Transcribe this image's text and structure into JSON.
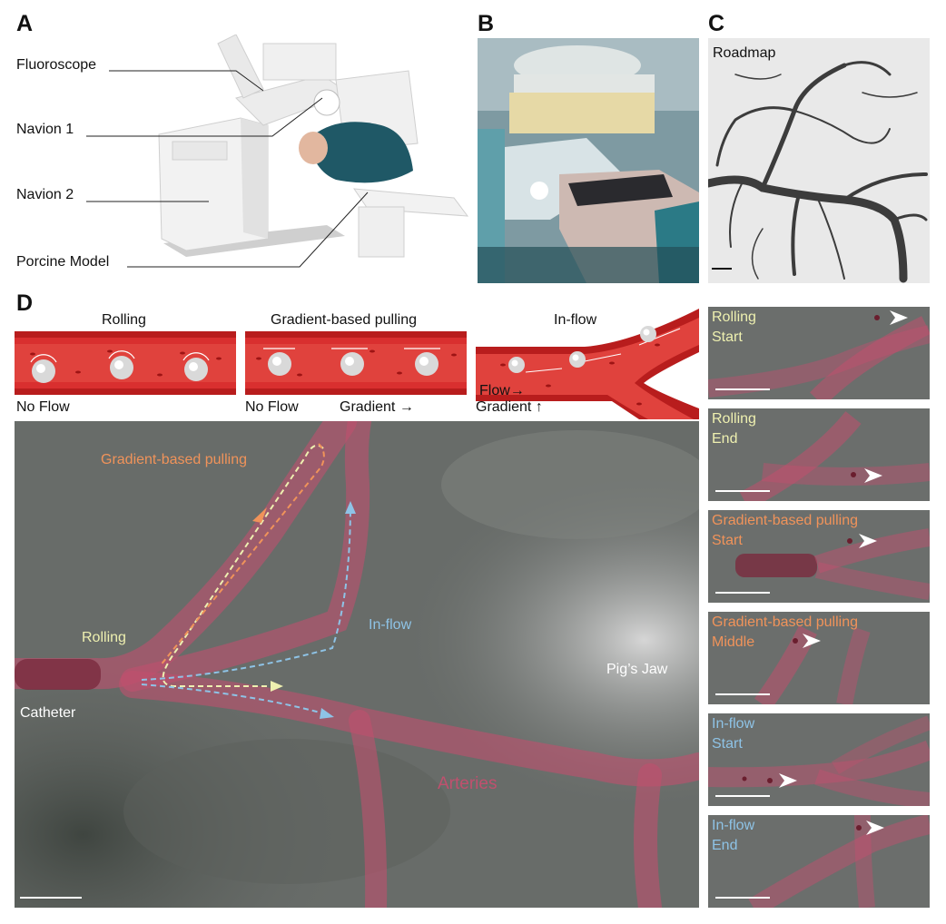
{
  "panels": {
    "a": "A",
    "b": "B",
    "c": "C",
    "d": "D"
  },
  "panel_a": {
    "labels": [
      "Fluoroscope",
      "Navion 1",
      "Navion 2",
      "Porcine Model"
    ]
  },
  "panel_c": {
    "label": "Roadmap"
  },
  "schematics": [
    {
      "title": "Rolling",
      "flow": "No Flow",
      "gradient": ""
    },
    {
      "title": "Gradient-based pulling",
      "flow": "No Flow",
      "gradient": "Gradient →"
    },
    {
      "title": "In-flow",
      "flow": "Flow→",
      "gradient": "Gradient ↑"
    }
  ],
  "main_image": {
    "labels": {
      "gradient_pulling": "Gradient-based pulling",
      "rolling": "Rolling",
      "in_flow": "In-flow",
      "catheter": "Catheter",
      "pigs_jaw": "Pig’s Jaw",
      "arteries": "Arteries"
    }
  },
  "thumbnails": [
    {
      "line1": "Rolling",
      "line2": "Start",
      "color": "#eef0b0"
    },
    {
      "line1": "Rolling",
      "line2": "End",
      "color": "#eef0b0"
    },
    {
      "line1": "Gradient-based pulling",
      "line2": "Start",
      "color": "#f0935a"
    },
    {
      "line1": "Gradient-based pulling",
      "line2": "Middle",
      "color": "#f0935a"
    },
    {
      "line1": "In-flow",
      "line2": "Start",
      "color": "#8ec3e6"
    },
    {
      "line1": "In-flow",
      "line2": "End",
      "color": "#8ec3e6"
    }
  ],
  "colors": {
    "rolling": "#eef0b0",
    "gradient": "#f0935a",
    "inflow": "#8ec3e6",
    "arteries": "#c0506e",
    "vessel_red": "#d52a2a"
  }
}
